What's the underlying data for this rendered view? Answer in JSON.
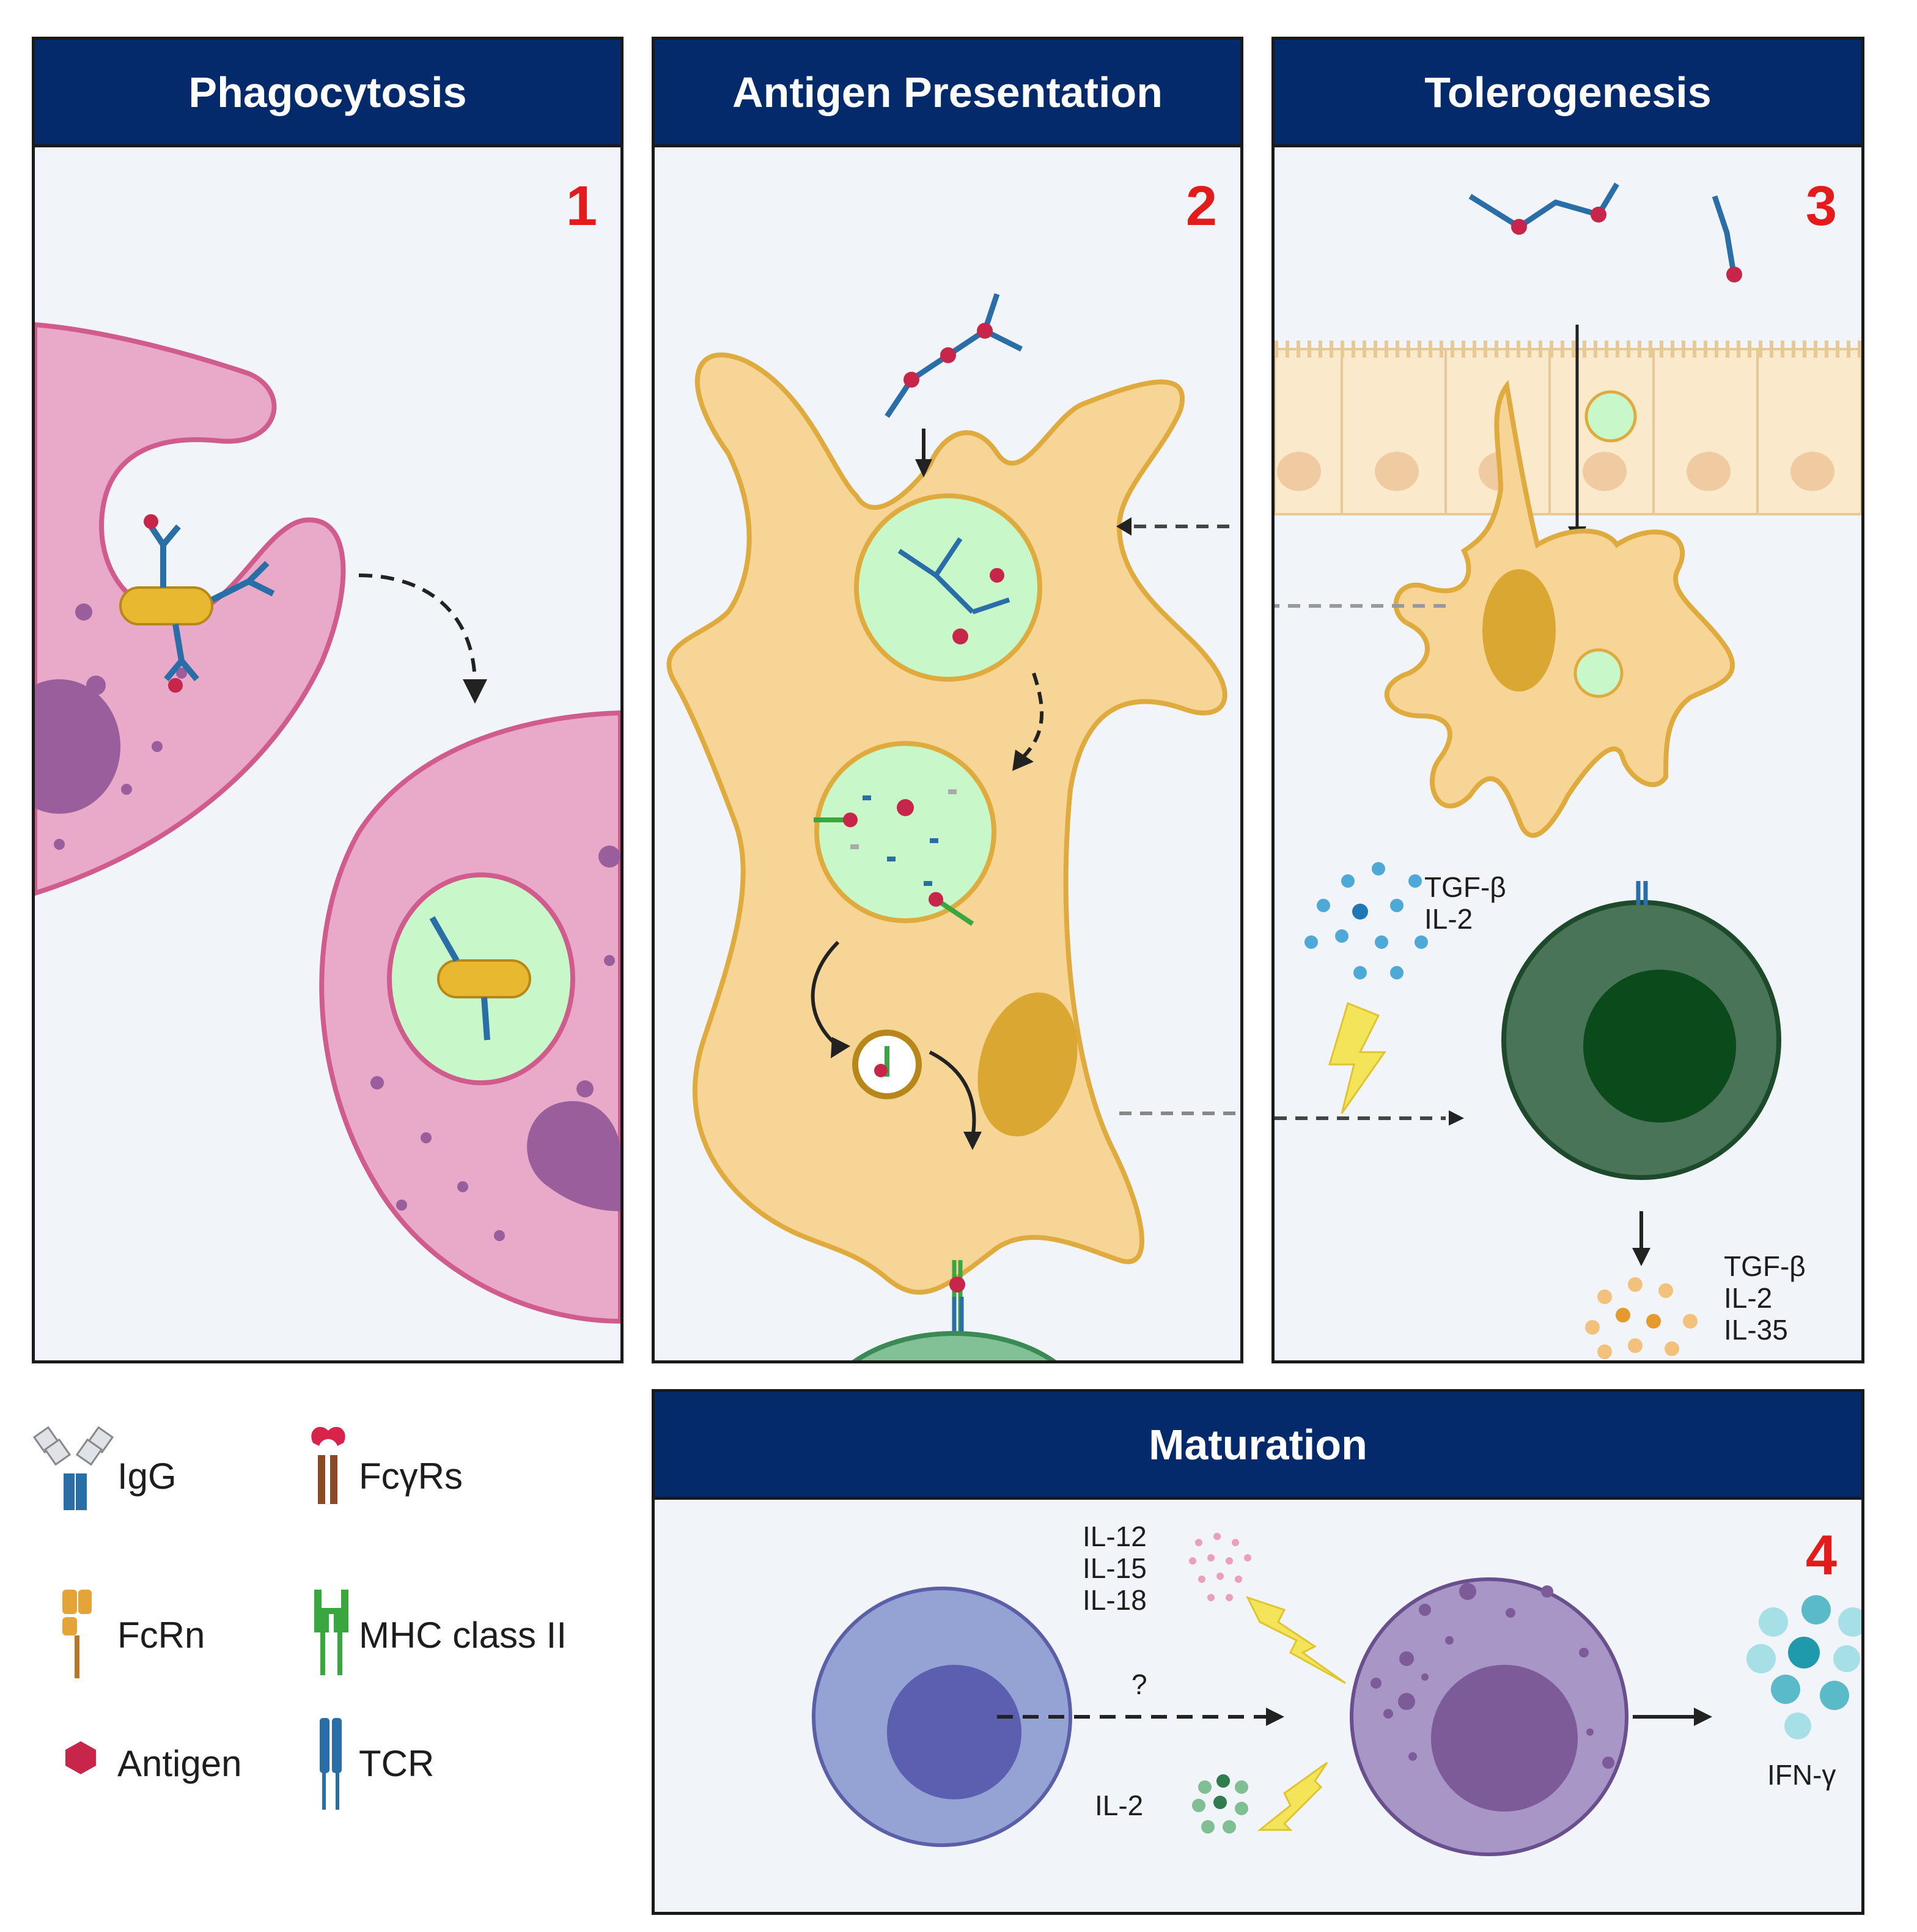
{
  "panels": {
    "phagocytosis": {
      "title": "Phagocytosis",
      "number": "1"
    },
    "antigen_presentation": {
      "title": "Antigen Presentation",
      "number": "2"
    },
    "tolerogenesis": {
      "title": "Tolerogenesis",
      "number": "3",
      "cytokines_in": [
        "TGF-β",
        "IL-2"
      ],
      "cytokines_out": [
        "TGF-β",
        "IL-2",
        "IL-35"
      ]
    },
    "maturation": {
      "title": "Maturation",
      "number": "4",
      "cytokines_top": [
        "IL-12",
        "IL-15",
        "IL-18"
      ],
      "cytokine_bottom": "IL-2",
      "unknown_mark": "?",
      "output": "IFN-γ"
    }
  },
  "legend": {
    "igg": "IgG",
    "fcgr": "FcγRs",
    "fcrn": "FcRn",
    "mhc": "MHC class II",
    "antigen": "Antigen",
    "tcr": "TCR"
  },
  "colors": {
    "header_bg": "#052a6b",
    "panel_number": "#e41b1b",
    "macrophage": "#e9a9c9",
    "dendritic_cell": "#f7d597",
    "phagosome": "#c8f7c9",
    "treg": "#4a7457",
    "nk_cell": "#a796c6"
  }
}
